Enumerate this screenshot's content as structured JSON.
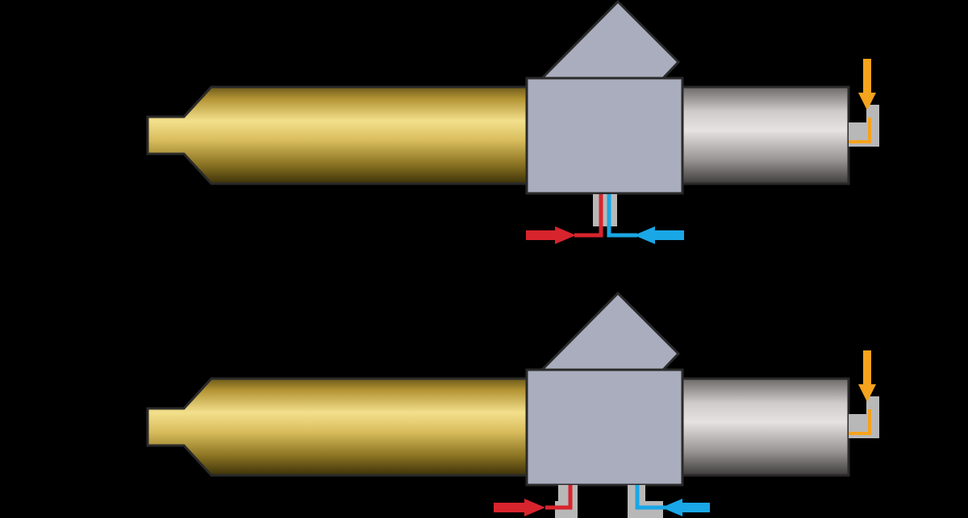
{
  "diagram": {
    "background": "#000000",
    "colors": {
      "brass_light": "#f3e08c",
      "brass_mid": "#caa94a",
      "brass_dark": "#3d3209",
      "steel_light": "#e0dcdc",
      "steel_dark": "#484545",
      "mixer_block": "#a9adbd",
      "outline": "#2a2a2a",
      "hot_line": "#d8242d",
      "cold_line": "#1aa7e6",
      "trigger": "#f6a31d",
      "fitting_gray": "#b8b8b8"
    },
    "assemblies": [
      {
        "name": "torch-assembly-top",
        "inlet_style": "combined"
      },
      {
        "name": "torch-assembly-bottom",
        "inlet_style": "separate"
      }
    ],
    "icons": [
      "red-arrow-icon",
      "blue-arrow-icon",
      "orange-arrow-icon"
    ]
  }
}
